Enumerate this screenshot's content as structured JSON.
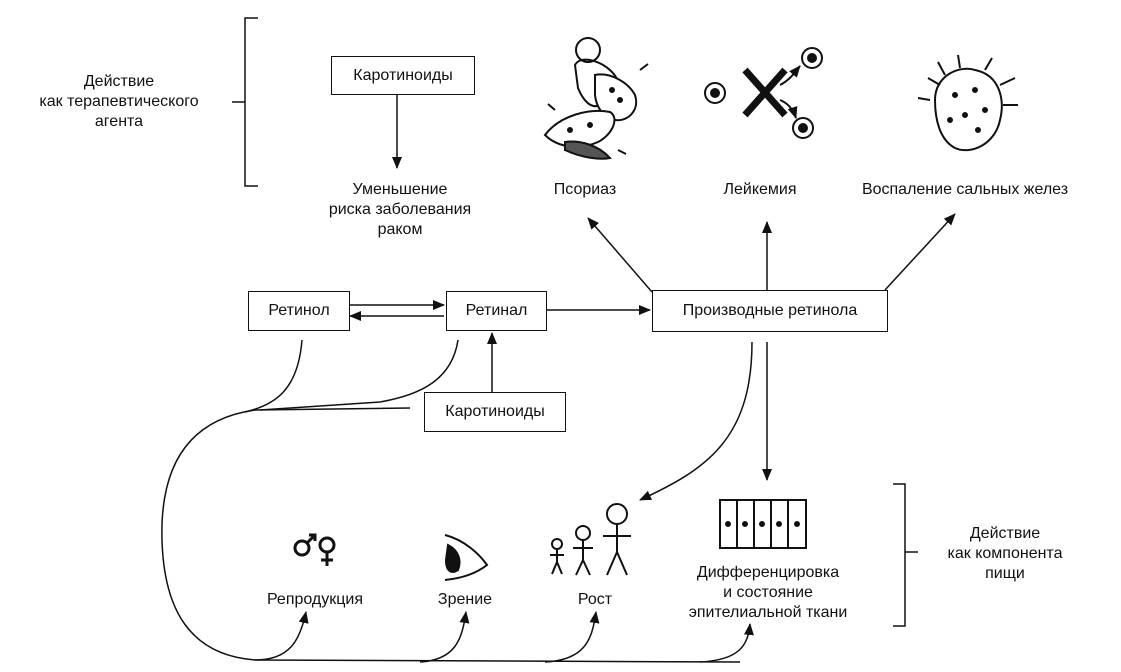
{
  "therapeutic_label": [
    "Действие",
    "как терапевтического",
    "агента"
  ],
  "food_label": [
    "Действие",
    "как компонента",
    "пищи"
  ],
  "boxes": {
    "carotenoids_top": "Каротиноиды",
    "retinol": "Ретинол",
    "retinal": "Ретинал",
    "retinol_derivatives": "Производные ретинола",
    "carotenoids_bottom": "Каротиноиды"
  },
  "outcomes": {
    "cancer_risk": [
      "Уменьшение",
      "риска заболевания",
      "раком"
    ],
    "psoriasis": "Псориаз",
    "leukemia": "Лейкемия",
    "sebaceous": "Воспаление сальных желез",
    "reproduction": "Репродукция",
    "vision": "Зрение",
    "growth": "Рост",
    "epithelial": [
      "Дифференцировка",
      "и состояние",
      "эпителиальной ткани"
    ]
  },
  "icons": {
    "psoriasis": "psoriasis-cells-icon",
    "leukemia": "blocked-cell-division-icon",
    "sebaceous": "inflamed-gland-icon",
    "reproduction": "male-female-icon",
    "vision": "eye-icon",
    "growth": "growing-figures-icon",
    "epithelial": "epithelial-cells-icon"
  }
}
